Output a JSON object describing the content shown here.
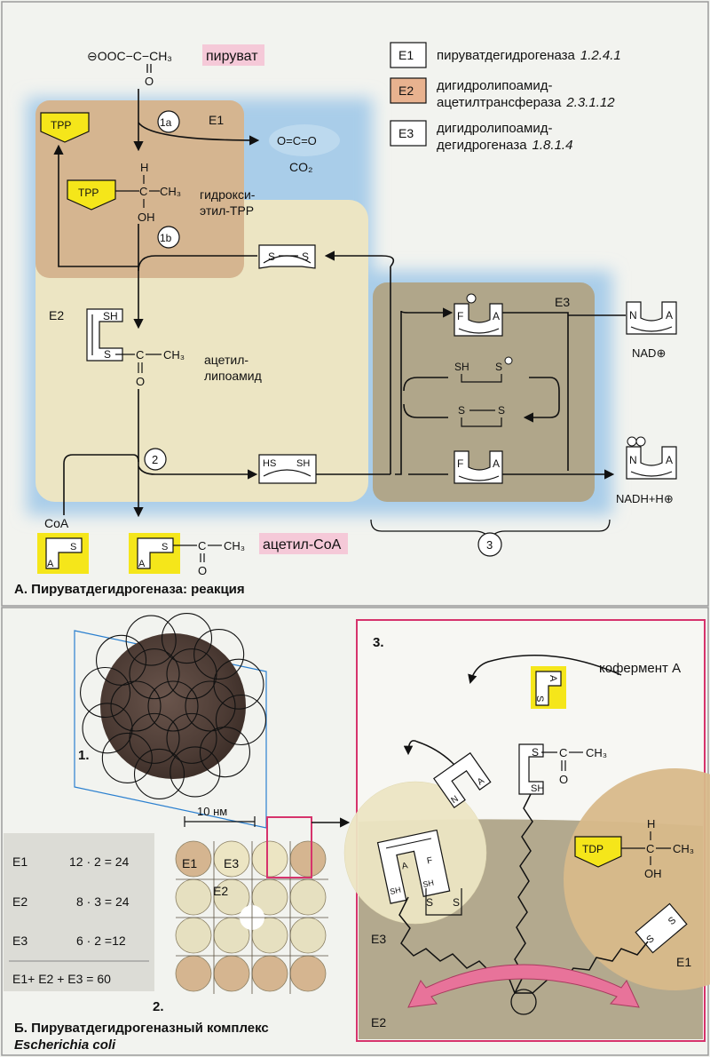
{
  "colors": {
    "page_bg": "#f2f3ef",
    "blue_glow": "#a9cde9",
    "e1_fill": "#d5b590",
    "e2_fill": "#ece5c3",
    "e3_fill": "#b0a68a",
    "yellow": "#f5e61a",
    "magenta": "#d6336c",
    "arrow_pink": "#e8739a",
    "panel_border": "#9b9b9b"
  },
  "panel_a": {
    "caption": "А. Пируватдегидрогеназа: реакция",
    "pyruvate": {
      "formula": "⊖OOC−C−CH₃",
      "oxygen": "O",
      "name": "пируват"
    },
    "co2": {
      "formula": "O=C=O",
      "label": "CO₂"
    },
    "tpp_1": "TPP",
    "tpp_2": "TPP",
    "step_1a": "1a",
    "step_1b": "1b",
    "step_2": "2",
    "step_3": "3",
    "region_e1": "E1",
    "region_e2": "E2",
    "region_e3": "E3",
    "hydroxyethyl": {
      "h": "H",
      "c": "C",
      "ch3": "CH₃",
      "oh": "OH",
      "name_line1": "гидрокси-",
      "name_line2": "этил-TPP"
    },
    "disulfide": {
      "s1": "S",
      "s2": "S"
    },
    "acetyl_lipoamide": {
      "sh": "SH",
      "s": "S",
      "c": "C",
      "ch3": "CH₃",
      "o": "O",
      "name_line1": "ацетил-",
      "name_line2": "липоамид"
    },
    "dihydrolipoamide": {
      "hs": "HS",
      "sh": "SH"
    },
    "coa": {
      "label": "CoA",
      "a": "A",
      "s": "S"
    },
    "acetyl_coa": {
      "a": "A",
      "s": "S",
      "c": "C",
      "ch3": "CH₃",
      "o": "O",
      "name": "ацетил-CoA"
    },
    "e3_inner": {
      "f": "F",
      "a": "A",
      "sh": "SH",
      "s1": "S",
      "s2": "S",
      "s3": "S",
      "f2": "F",
      "a2": "A"
    },
    "nad": {
      "n": "N",
      "a": "A",
      "label": "NAD⊕"
    },
    "nadh": {
      "n": "N",
      "a": "A",
      "label": "NADH+H⊕"
    },
    "legend": [
      {
        "code": "E1",
        "text_line1": "пируватдегидрогеназа",
        "ec": "1.2.4.1",
        "text_line2": ""
      },
      {
        "code": "E2",
        "text_line1": "дигидролипоамид-",
        "ec": "2.3.1.12",
        "text_line2": "ацетилтрансфераза"
      },
      {
        "code": "E3",
        "text_line1": "дигидролипоамид-",
        "ec": "1.8.1.4",
        "text_line2": "дегидрогеназа"
      }
    ]
  },
  "panel_b": {
    "caption_line1": "Б. Пируватдегидрогеназный комплекс",
    "caption_line2": "Escherichia coli",
    "label_1": "1.",
    "label_2": "2.",
    "label_3": "3.",
    "scale": "10 нм",
    "grid_e1": "E1",
    "grid_e3": "E3",
    "grid_e2": "E2",
    "counts": [
      {
        "enzyme": "E1",
        "formula": "12 · 2 = 24"
      },
      {
        "enzyme": "E2",
        "formula": "8 · 3 = 24"
      },
      {
        "enzyme": "E3",
        "formula": "6 · 2 =12"
      }
    ],
    "total": "E1+ E2 + E3 = 60",
    "detail": {
      "coenzyme": "кофермент А",
      "coa_a": "A",
      "coa_s": "S",
      "tdp": "TDP",
      "h": "H",
      "c": "C",
      "ch3": "CH₃",
      "oh": "OH",
      "acyl_c": "C",
      "acyl_ch3": "CH₃",
      "acyl_o": "O",
      "s_top": "S",
      "sh_top": "SH",
      "nad_n": "N",
      "nad_a": "A",
      "fad_a": "A",
      "fad_f": "F",
      "fad_sh1": "SH",
      "fad_sh2": "SH",
      "s_pair1": "S",
      "s_pair2": "S",
      "e1_s1": "S",
      "e1_s2": "S",
      "label_e3": "E3",
      "label_e1": "E1",
      "label_e2": "E2"
    }
  }
}
